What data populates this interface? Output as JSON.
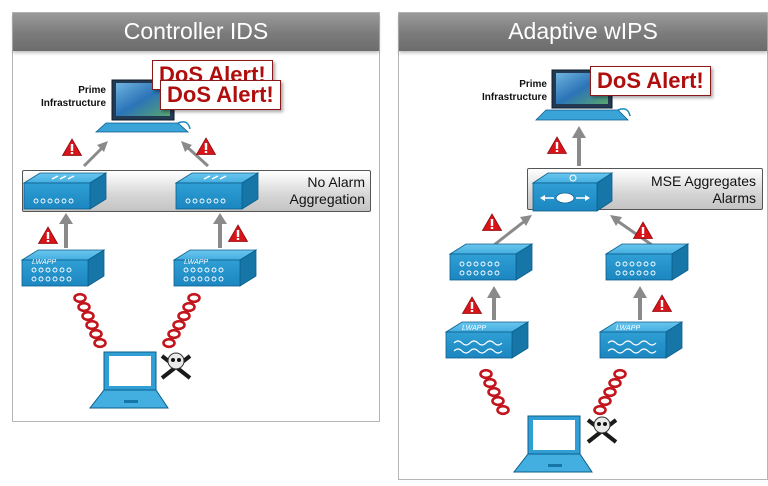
{
  "left_panel": {
    "title": "Controller IDS",
    "pi_label_line1": "Prime",
    "pi_label_line2": "Infrastructure",
    "alert_back": "DoS Alert!",
    "alert_front": "DoS Alert!",
    "aggregation_line1": "No Alarm",
    "aggregation_line2": "Aggregation"
  },
  "right_panel": {
    "title": "Adaptive wIPS",
    "pi_label_line1": "Prime",
    "pi_label_line2": "Infrastructure",
    "alert": "DoS Alert!",
    "aggregation_line1": "MSE Aggregates",
    "aggregation_line2": "Alarms"
  },
  "device_label": "LWAPP",
  "colors": {
    "header": "#7b7b7b",
    "device": "#2f9fd5",
    "device_dark": "#1676a8",
    "alert_text": "#b00d0d",
    "warning": "#d8141b",
    "rf_wave": "#c3151d"
  },
  "icons": [
    "warning-icon",
    "switch-icon",
    "access-point-icon",
    "laptop-icon",
    "skull-crossbones-icon",
    "server-icon",
    "rf-signal-icon"
  ]
}
